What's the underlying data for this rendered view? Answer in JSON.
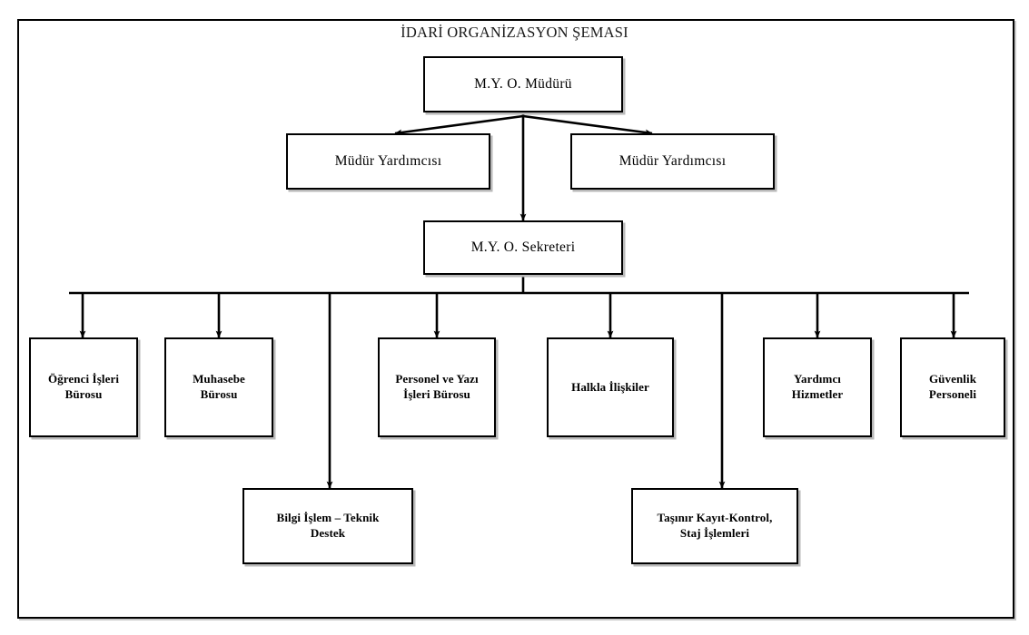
{
  "title": "İDARİ ORGANİZASYON ŞEMASI",
  "nodes": {
    "director": "M.Y. O. Müdürü",
    "deputy_left": "Müdür Yardımcısı",
    "deputy_right": "Müdür Yardımcısı",
    "secretary": "M.Y. O. Sekreteri",
    "student_affairs": "Öğrenci İşleri\nBürosu",
    "accounting": "Muhasebe\nBürosu",
    "personnel": "Personel ve Yazı\nİşleri Bürosu",
    "public_relations": "Halkla İlişkiler",
    "auxiliary_services": "Yardımcı\nHizmetler",
    "security": "Güvenlik\nPersoneli",
    "it_support": "Bilgi İşlem – Teknik\nDestek",
    "inventory_internship": "Taşınır Kayıt-Kontrol,\nStaj İşlemleri"
  },
  "colors": {
    "line": "#000000",
    "box_border": "#000000",
    "background": "#ffffff",
    "text": "#000000",
    "title_text": "#1a1a1a",
    "shadow": "#b9b9b9"
  }
}
